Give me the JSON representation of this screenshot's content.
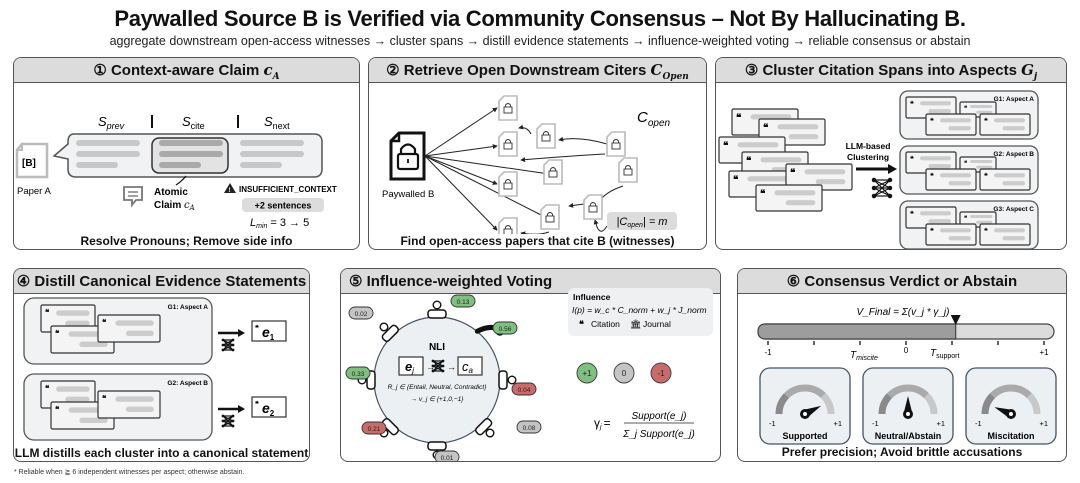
{
  "header": {
    "title": "Paywalled Source B is Verified via Community Consensus – Not By Hallucinating B.",
    "subtitle": "aggregate downstream open-access witnesses → cluster spans → distill evidence statements → influence-weighted voting → reliable consensus or abstain"
  },
  "panel1": {
    "number": "①",
    "title": "Context-aware Claim",
    "title_math": "c",
    "title_sub": "A",
    "span_labels": [
      "S",
      "S",
      "S"
    ],
    "span_subs": [
      "prev",
      "cite",
      "next"
    ],
    "paper_label": "Paper A",
    "paper_ref": "[B]",
    "atomic_label_1": "Atomic",
    "atomic_label_2": "Claim",
    "atomic_math": "c",
    "atomic_sub": "A",
    "warning_text": "INSUFFICIENT_CONTEXT",
    "badge_text": "+2 sentences",
    "lmin_text": "L",
    "lmin_sub": "min",
    "lmin_value": "= 3 → 5",
    "footer": "Resolve Pronouns; Remove side info",
    "icons": [
      "document-icon",
      "speech-bubble-icon",
      "warning-icon"
    ]
  },
  "panel2": {
    "number": "②",
    "title": "Retrieve Open Downstream Citers",
    "title_math": "C",
    "title_sub": "Open",
    "source_label": "Paywalled B",
    "set_label": "C",
    "set_sub": "open",
    "count_label": "|C",
    "count_sub": "open",
    "count_value": "| = m",
    "footer": "Find open-access papers that cite B (witnesses)",
    "icons": [
      "locked-document-icon"
    ]
  },
  "panel3": {
    "number": "③",
    "title": "Cluster Citation Spans into Aspects",
    "title_math": "G",
    "title_sub": "j",
    "method_label_1": "LLM-based",
    "method_label_2": "Clustering",
    "groups": [
      "G1: Aspect A",
      "G2: Aspect B",
      "G3: Aspect C"
    ],
    "icons": [
      "quote-icon",
      "neural-network-icon",
      "arrow-right-icon"
    ]
  },
  "panel4": {
    "number": "④",
    "title": "Distill Canonical Evidence Statements",
    "title_math": "e",
    "title_sub": "j",
    "groups": [
      {
        "label": "G1: Aspect A",
        "output": "e",
        "output_sub": "1"
      },
      {
        "label": "G2: Aspect B",
        "output": "e",
        "output_sub": "2"
      }
    ],
    "footer": "LLM distills each cluster into a canonical statement"
  },
  "panel5": {
    "number": "⑤",
    "title": "Influence-weighted Voting",
    "nli_label": "NLI",
    "evidence_label": "e",
    "evidence_sub": "j",
    "claim_label": "c",
    "claim_sub": "a",
    "relation_line": "R_j ∈ {Entail, Neutral, Contradict}",
    "vote_line": "→ v_j ∈ {+1,0,−1}",
    "seat_scores": [
      {
        "value": "0.13",
        "color": "#7fbf7f"
      },
      {
        "value": "0.56",
        "color": "#7fbf7f"
      },
      {
        "value": "0.04",
        "color": "#c96b6b"
      },
      {
        "value": "0.08",
        "color": "#c4c4c4"
      },
      {
        "value": "0.01",
        "color": "#c4c4c4"
      },
      {
        "value": "0.21",
        "color": "#c96b6b"
      },
      {
        "value": "0.33",
        "color": "#7fbf7f"
      },
      {
        "value": "0.02",
        "color": "#c4c4c4"
      }
    ],
    "influence": {
      "title": "Influence",
      "formula": "I(p) = w_c * C_norm + w_j * J_norm",
      "citation_label": "Citation",
      "journal_label": "Journal"
    },
    "votes": [
      {
        "label": "+1",
        "color": "#7fbf7f"
      },
      {
        "label": "0",
        "color": "#c4c4c4"
      },
      {
        "label": "-1",
        "color": "#c96b6b"
      }
    ],
    "gamma_lhs": "γ",
    "gamma_sub": "j",
    "gamma_num": "Support(e_j)",
    "gamma_den": "Σ_j Support(e_j)"
  },
  "panel6": {
    "number": "⑥",
    "title": "Consensus Verdict or Abstain",
    "formula": "V_Final = Σ(v_j * γ_j)",
    "scale": {
      "min": -1,
      "max": 1,
      "value": 0.36
    },
    "tick_labels": [
      "-1",
      "0",
      "+1"
    ],
    "threshold_miscite": "T",
    "threshold_miscite_sub": "miscite",
    "threshold_support": "T",
    "threshold_support_sub": "support",
    "gauges": [
      {
        "label": "Supported",
        "needle": 0.7,
        "min_label": "-1",
        "max_label": "+1"
      },
      {
        "label": "Neutral/Abstain",
        "needle": 0.0,
        "min_label": "-1",
        "max_label": "+1"
      },
      {
        "label": "Miscitation",
        "needle": -0.75,
        "min_label": "-1",
        "max_label": "+1"
      }
    ],
    "footer": "Prefer precision; Avoid brittle accusations"
  },
  "footnote": "* Reliable when ≧ 6 independent witnesses per aspect; otherwise abstain."
}
